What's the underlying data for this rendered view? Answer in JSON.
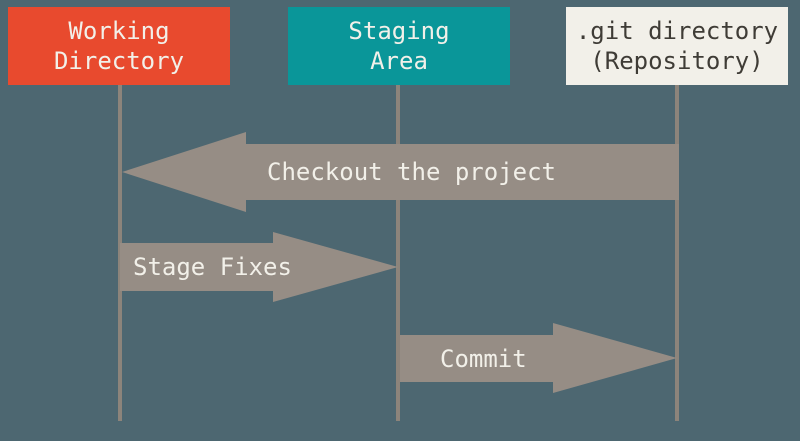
{
  "diagram": {
    "boxes": [
      {
        "id": "working-directory",
        "line1": "Working",
        "line2": "Directory",
        "fill": "#E84A2E",
        "text_color": "#F2F0E9"
      },
      {
        "id": "staging-area",
        "line1": "Staging",
        "line2": "Area",
        "fill": "#0A9699",
        "text_color": "#F2F0E9"
      },
      {
        "id": "git-directory",
        "line1": ".git directory",
        "line2": "(Repository)",
        "fill": "#F2F0E9",
        "text_color": "#3F3C36"
      }
    ],
    "arrows": [
      {
        "label": "Checkout the project",
        "direction": "left",
        "from": "git-directory",
        "to": "working-directory"
      },
      {
        "label": "Stage Fixes",
        "direction": "right",
        "from": "working-directory",
        "to": "staging-area"
      },
      {
        "label": "Commit",
        "direction": "right",
        "from": "staging-area",
        "to": "git-directory"
      }
    ],
    "colors": {
      "background": "#4D6771",
      "arrow": "#968D85",
      "lifeline": "#8C847B",
      "arrow_text": "#F2F0E9"
    }
  }
}
